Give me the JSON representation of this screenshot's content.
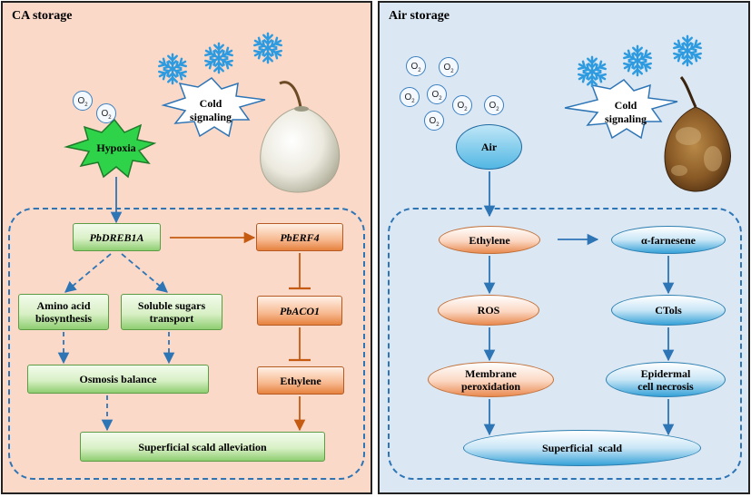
{
  "left_panel": {
    "title": "CA storage",
    "hypoxia": "Hypoxia",
    "cold_signaling_line1": "Cold",
    "cold_signaling_line2": "signaling",
    "o2_labels": [
      "O2",
      "O2"
    ],
    "pbdreb1a": "PbDREB1A",
    "pberf4": "PbERF4",
    "pbaco1": "PbACO1",
    "ethylene": "Ethylene",
    "amino_acid_line1": "Amino acid",
    "amino_acid_line2": "biosynthesis",
    "soluble_sugars_line1": "Soluble sugars",
    "soluble_sugars_line2": "transport",
    "osmosis_balance": "Osmosis balance",
    "superficial_scald_alleviation": "Superficial scald alleviation"
  },
  "right_panel": {
    "title": "Air storage",
    "air": "Air",
    "cold_signaling_line1": "Cold",
    "cold_signaling_line2": "signaling",
    "o2_labels": [
      "O2",
      "O2",
      "O2",
      "O2",
      "O2",
      "O2",
      "O2"
    ],
    "ethylene": "Ethylene",
    "alpha_farnesene": "α-farnesene",
    "ros": "ROS",
    "ctols": "CTols",
    "membrane_line1": "Membrane",
    "membrane_line2": "peroxidation",
    "epidermal_line1": "Epidermal",
    "epidermal_line2": "cell necrosis",
    "superficial_scald": "Superficial  scald"
  },
  "colors": {
    "arrow_blue": "#2e75b6",
    "arrow_orange": "#c55a11",
    "left_background": "#fbd9c9",
    "right_background": "#dbe7f3",
    "snowflake": "#2e9be0",
    "hypoxia_star": "#2fd34a"
  }
}
